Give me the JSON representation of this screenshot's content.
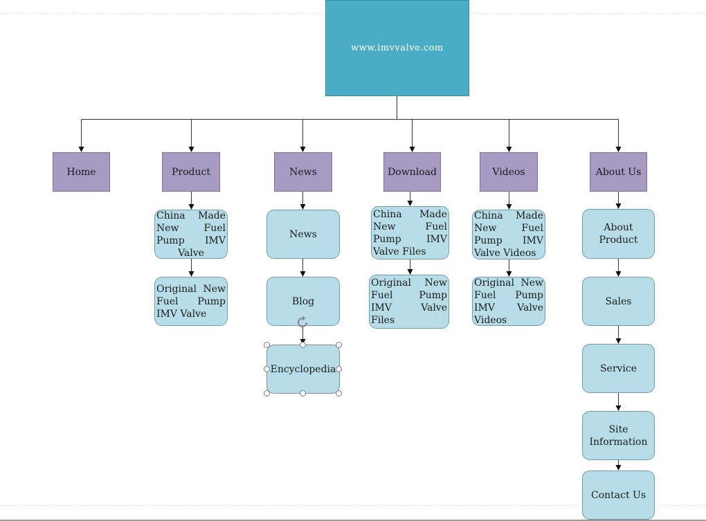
{
  "root": {
    "label": "www.imvvalve.com"
  },
  "categories": [
    {
      "label": "Home"
    },
    {
      "label": "Product"
    },
    {
      "label": "News"
    },
    {
      "label": "Download"
    },
    {
      "label": "Videos"
    },
    {
      "label": "About Us"
    }
  ],
  "product_pages": [
    {
      "label": "China Made New Fuel Pump IMV Valve"
    },
    {
      "label": "Original New Fuel Pump IMV Valve"
    }
  ],
  "news_pages": [
    {
      "label": "News"
    },
    {
      "label": "Blog"
    },
    {
      "label": "Encyclopedia"
    }
  ],
  "download_pages": [
    {
      "label": "China Made New Fuel Pump IMV Valve Files"
    },
    {
      "label": "Original New Fuel Pump IMV Valve Files"
    }
  ],
  "video_pages": [
    {
      "label": "China Made New Fuel Pump IMV Valve Videos"
    },
    {
      "label": "Original New Fuel Pump IMV Valve Videos"
    }
  ],
  "about_pages": [
    {
      "label": "About Product"
    },
    {
      "label": "Sales"
    },
    {
      "label": "Service"
    },
    {
      "label": "Site Information"
    },
    {
      "label": "Contact Us"
    }
  ],
  "colors": {
    "root_fill": "#4bacc6",
    "category_fill": "#a79bc3",
    "page_fill": "#b7dde8",
    "connector": "#333333"
  }
}
